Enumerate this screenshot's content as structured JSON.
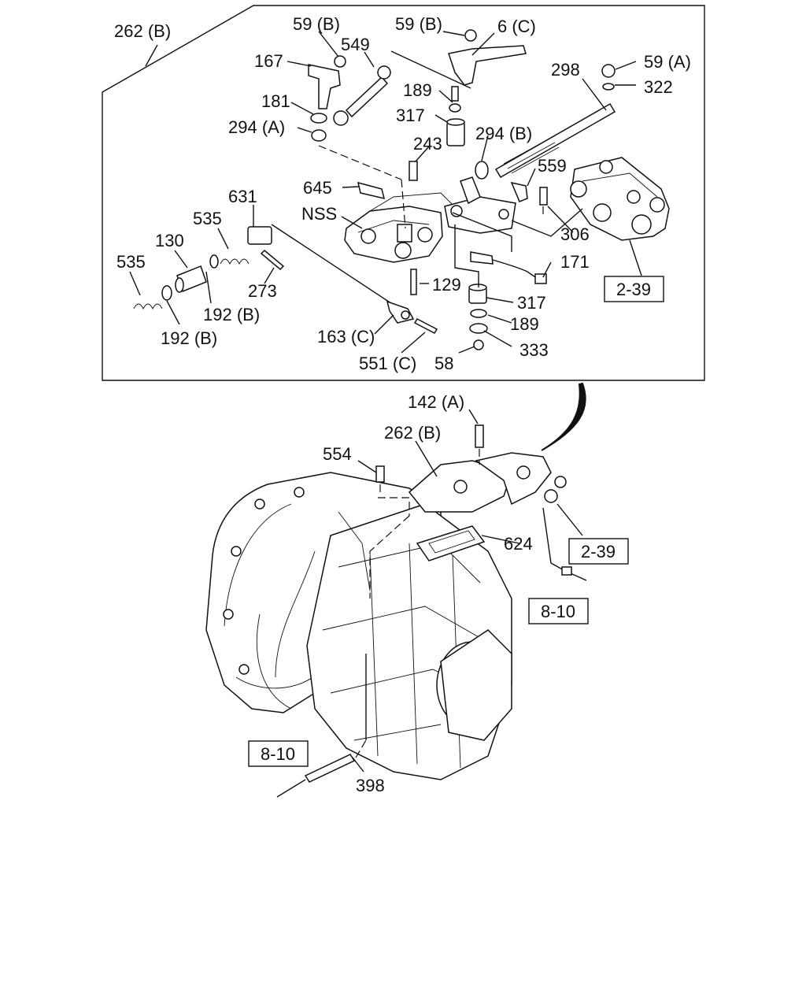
{
  "labels": {
    "l262b_top": "262 (B)",
    "l59b_1": "59 (B)",
    "l549": "549",
    "l59b_2": "59 (B)",
    "l6c": "6 (C)",
    "l167": "167",
    "l298": "298",
    "l59a": "59 (A)",
    "l322": "322",
    "l189_top": "189",
    "l181": "181",
    "l317_top": "317",
    "l294a": "294 (A)",
    "l294b": "294 (B)",
    "l243": "243",
    "l559": "559",
    "l645": "645",
    "l631": "631",
    "lnss": "NSS",
    "l535_1": "535",
    "l306": "306",
    "l130": "130",
    "l171": "171",
    "l535_2": "535",
    "l273": "273",
    "l129": "129",
    "l192b_1": "192 (B)",
    "l317_bot": "317",
    "l189_bot": "189",
    "l192b_2": "192 (B)",
    "l163c": "163 (C)",
    "l333": "333",
    "l551c": "551 (C)",
    "l58": "58",
    "l142a": "142 (A)",
    "l262b_mid": "262 (B)",
    "l554": "554",
    "l624": "624",
    "l398": "398"
  },
  "refs": {
    "r239_top": "2-39",
    "r239_mid": "2-39",
    "r810_mid": "8-10",
    "r810_bot": "8-10"
  }
}
